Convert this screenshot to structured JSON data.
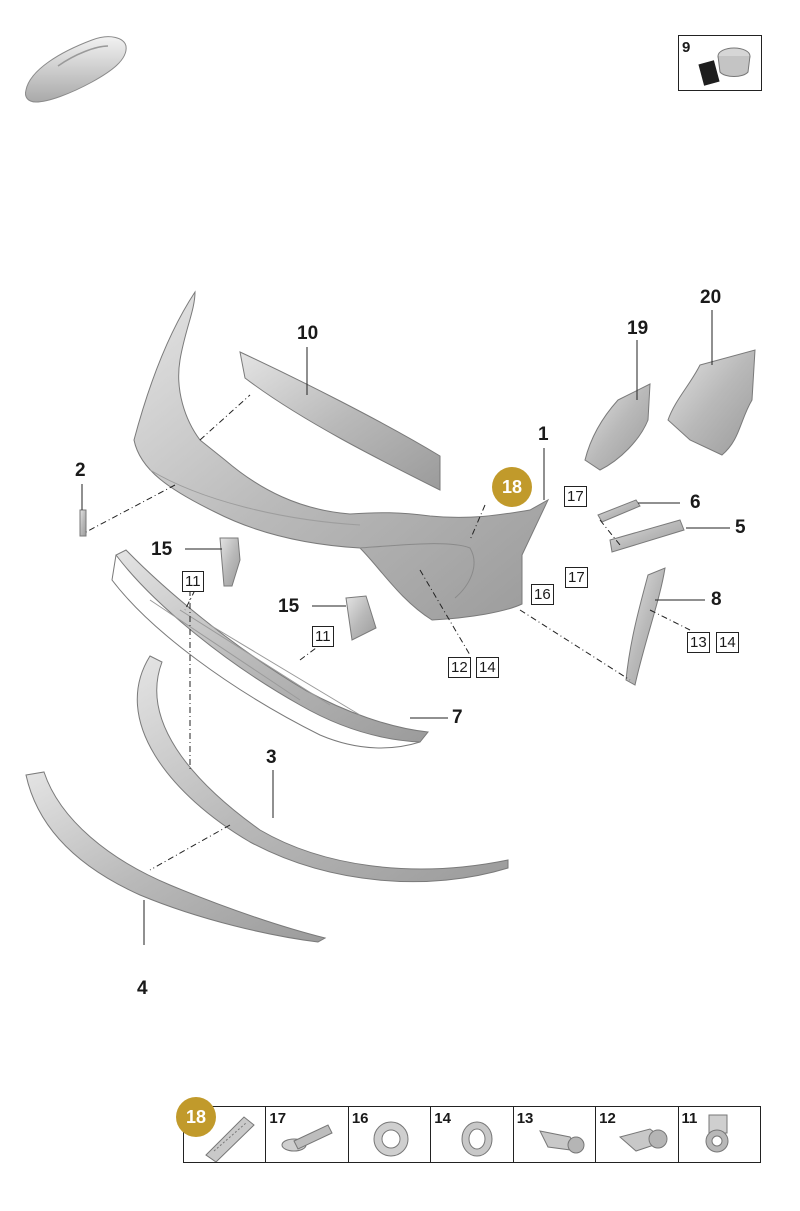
{
  "callouts": {
    "c1": "1",
    "c2": "2",
    "c3": "3",
    "c4": "4",
    "c5": "5",
    "c6": "6",
    "c7": "7",
    "c8": "8",
    "c10": "10",
    "c15a": "15",
    "c15b": "15",
    "c19": "19",
    "c20": "20"
  },
  "boxed": {
    "b11a": "11",
    "b11b": "11",
    "b12": "12",
    "b14a": "14",
    "b13": "13",
    "b14b": "14",
    "b16": "16",
    "b17a": "17",
    "b17b": "17"
  },
  "highlight": {
    "label": "18",
    "color": "#c19a2b"
  },
  "corner_part": {
    "label": "9"
  },
  "small_parts": [
    {
      "label": "18"
    },
    {
      "label": "17"
    },
    {
      "label": "16"
    },
    {
      "label": "14"
    },
    {
      "label": "13"
    },
    {
      "label": "12"
    },
    {
      "label": "11"
    }
  ]
}
